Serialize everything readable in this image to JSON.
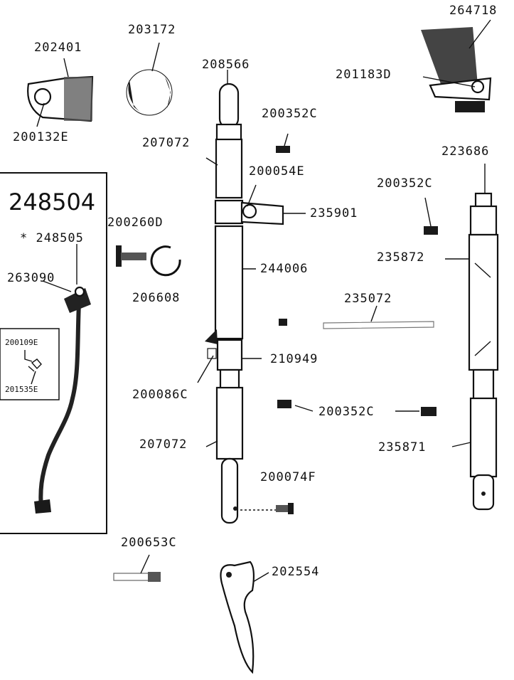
{
  "diagram": {
    "inset_title": "248504",
    "labels": {
      "p202401": "202401",
      "p203172": "203172",
      "p208566": "208566",
      "p264718": "264718",
      "p201183D": "201183D",
      "p200132E": "200132E",
      "p200352C_a": "200352C",
      "p207072_a": "207072",
      "p223686": "223686",
      "p200054E": "200054E",
      "p200352C_b": "200352C",
      "p235901": "235901",
      "p200260D": "200260D",
      "p248505": "* 248505",
      "p235872": "235872",
      "p244006": "244006",
      "p263090": "263090",
      "p206608": "206608",
      "p235072": "235072",
      "p200109E": "200109E",
      "p210949": "210949",
      "p201535E": "201535E",
      "p200086C": "200086C",
      "p200352C_c": "200352C",
      "p207072_b": "207072",
      "p235871": "235871",
      "p200074F": "200074F",
      "p200653C": "200653C",
      "p202554": "202554"
    }
  }
}
